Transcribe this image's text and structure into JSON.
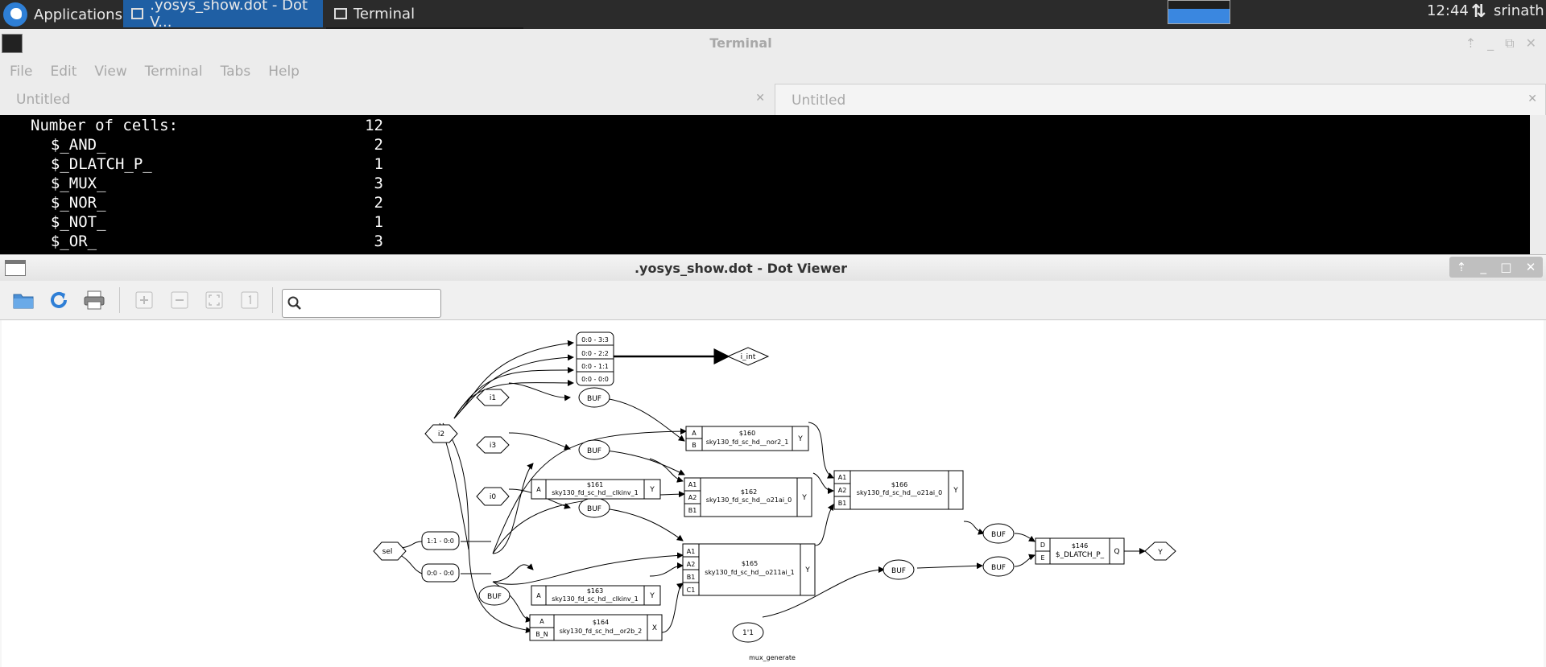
{
  "panel": {
    "applications_label": "Applications",
    "tasks": [
      {
        "label": ".yosys_show.dot - Dot V..."
      },
      {
        "label": "Terminal"
      }
    ],
    "clock": "12:44",
    "user": "srinath"
  },
  "terminal": {
    "title": "Terminal",
    "menu": [
      "File",
      "Edit",
      "View",
      "Terminal",
      "Tabs",
      "Help"
    ],
    "tabs": [
      {
        "label": "Untitled"
      },
      {
        "label": "Untitled"
      }
    ],
    "lines": [
      {
        "label": "Number of cells:",
        "value": "12"
      },
      {
        "label": "  $_AND_",
        "value": "2"
      },
      {
        "label": "  $_DLATCH_P_",
        "value": "1"
      },
      {
        "label": "  $_MUX_",
        "value": "3"
      },
      {
        "label": "  $_NOR_",
        "value": "2"
      },
      {
        "label": "  $_NOT_",
        "value": "1"
      },
      {
        "label": "  $_OR_",
        "value": "3"
      }
    ]
  },
  "dotviewer": {
    "title": ".yosys_show.dot - Dot Viewer",
    "search_value": "",
    "toolbar_icons": [
      "open-folder-icon",
      "reload-icon",
      "print-icon",
      "zoom-in-icon",
      "zoom-out-icon",
      "zoom-fit-icon",
      "zoom-100-icon"
    ],
    "graph": {
      "bus_labels": [
        "0:0 - 3:3",
        "0:0 - 2:2",
        "0:0 - 1:1",
        "0:0 - 0:0"
      ],
      "output_i_int": "i_int",
      "inputs": {
        "i1": "i1",
        "i2": "i2",
        "i3": "i3",
        "i0": "i0",
        "sel": "sel"
      },
      "sel_splits": [
        "1:1 - 0:0",
        "0:0 - 0:0"
      ],
      "buf": "BUF",
      "const_1": "1'1",
      "output_y": "Y",
      "footer": "mux_generate",
      "cells": {
        "c160": {
          "id": "$160",
          "type": "sky130_fd_sc_hd__nor2_1",
          "ports": [
            "A",
            "B"
          ],
          "out": "Y"
        },
        "c161": {
          "id": "$161",
          "type": "sky130_fd_sc_hd__clkinv_1",
          "ports": [
            "A"
          ],
          "out": "Y"
        },
        "c162": {
          "id": "$162",
          "type": "sky130_fd_sc_hd__o21ai_0",
          "ports": [
            "A1",
            "A2",
            "B1"
          ],
          "out": "Y"
        },
        "c165": {
          "id": "$165",
          "type": "sky130_fd_sc_hd__o211ai_1",
          "ports": [
            "A1",
            "A2",
            "B1",
            "C1"
          ],
          "out": "Y"
        },
        "c163": {
          "id": "$163",
          "type": "sky130_fd_sc_hd__clkinv_1",
          "ports": [
            "A"
          ],
          "out": "Y"
        },
        "c164": {
          "id": "$164",
          "type": "sky130_fd_sc_hd__or2b_2",
          "ports": [
            "A",
            "B_N"
          ],
          "out": "X"
        },
        "c166": {
          "id": "$166",
          "type": "sky130_fd_sc_hd__o21ai_0",
          "ports": [
            "A1",
            "A2",
            "B1"
          ],
          "out": "Y"
        },
        "c146": {
          "id": "$146",
          "type": "$_DLATCH_P_",
          "ports": [
            "D",
            "E"
          ],
          "out": "Q"
        }
      }
    }
  }
}
